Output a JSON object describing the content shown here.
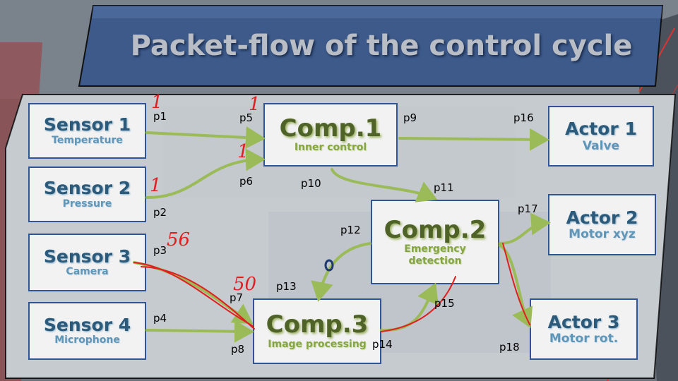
{
  "title": "Packet-flow of the control cycle",
  "colors": {
    "node_border": "#2f5597",
    "node_fill": "#f2f2f2",
    "sensor_text": "#2c5a7a",
    "comp_text": "#4f6228",
    "arrow": "#9bbb59",
    "annotation": "#e02020",
    "title_bg": "#3d5a8a"
  },
  "sensors": [
    {
      "title": "Sensor 1",
      "subtitle": "Temperature"
    },
    {
      "title": "Sensor 2",
      "subtitle": "Pressure"
    },
    {
      "title": "Sensor 3",
      "subtitle": "Camera"
    },
    {
      "title": "Sensor 4",
      "subtitle": "Microphone"
    }
  ],
  "comps": [
    {
      "title": "Comp.1",
      "subtitle": "Inner control"
    },
    {
      "title": "Comp.2",
      "subtitle": "Emergency detection"
    },
    {
      "title": "Comp.3",
      "subtitle": "Image processing"
    }
  ],
  "actors": [
    {
      "title": "Actor 1",
      "subtitle": "Valve"
    },
    {
      "title": "Actor 2",
      "subtitle": "Motor xyz"
    },
    {
      "title": "Actor 3",
      "subtitle": "Motor rot."
    }
  ],
  "packets": [
    "p1",
    "p2",
    "p3",
    "p4",
    "p5",
    "p6",
    "p7",
    "p8",
    "p9",
    "p10",
    "p11",
    "p12",
    "p13",
    "p14",
    "p15",
    "p16",
    "p17",
    "p18"
  ],
  "annotations": {
    "a1": "1",
    "a5": "1",
    "a6": "1",
    "a2": "1",
    "a3": "56",
    "a7": "50"
  }
}
